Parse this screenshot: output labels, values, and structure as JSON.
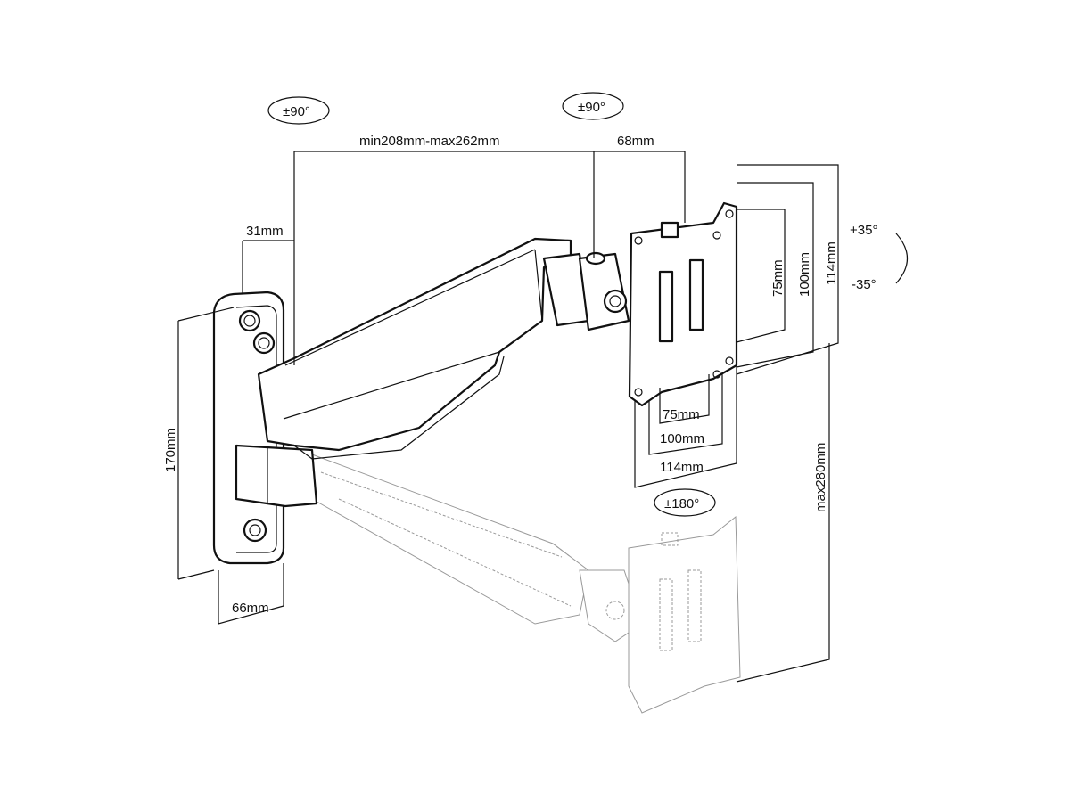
{
  "rotation_labels": {
    "arm_base_swivel": "±90°",
    "head_swivel": "±90°",
    "rotation": "±180°",
    "tilt_up": "+35°",
    "tilt_down": "-35°"
  },
  "dimensions": {
    "arm_reach": "min208mm-max262mm",
    "head_depth": "68mm",
    "wall_offset": "31mm",
    "plate_height": "170mm",
    "plate_width": "66mm",
    "vesa_v_75": "75mm",
    "vesa_v_100": "100mm",
    "vesa_v_114": "114mm",
    "vesa_h_75": "75mm",
    "vesa_h_100": "100mm",
    "vesa_h_114": "114mm",
    "height_travel": "max280mm"
  }
}
